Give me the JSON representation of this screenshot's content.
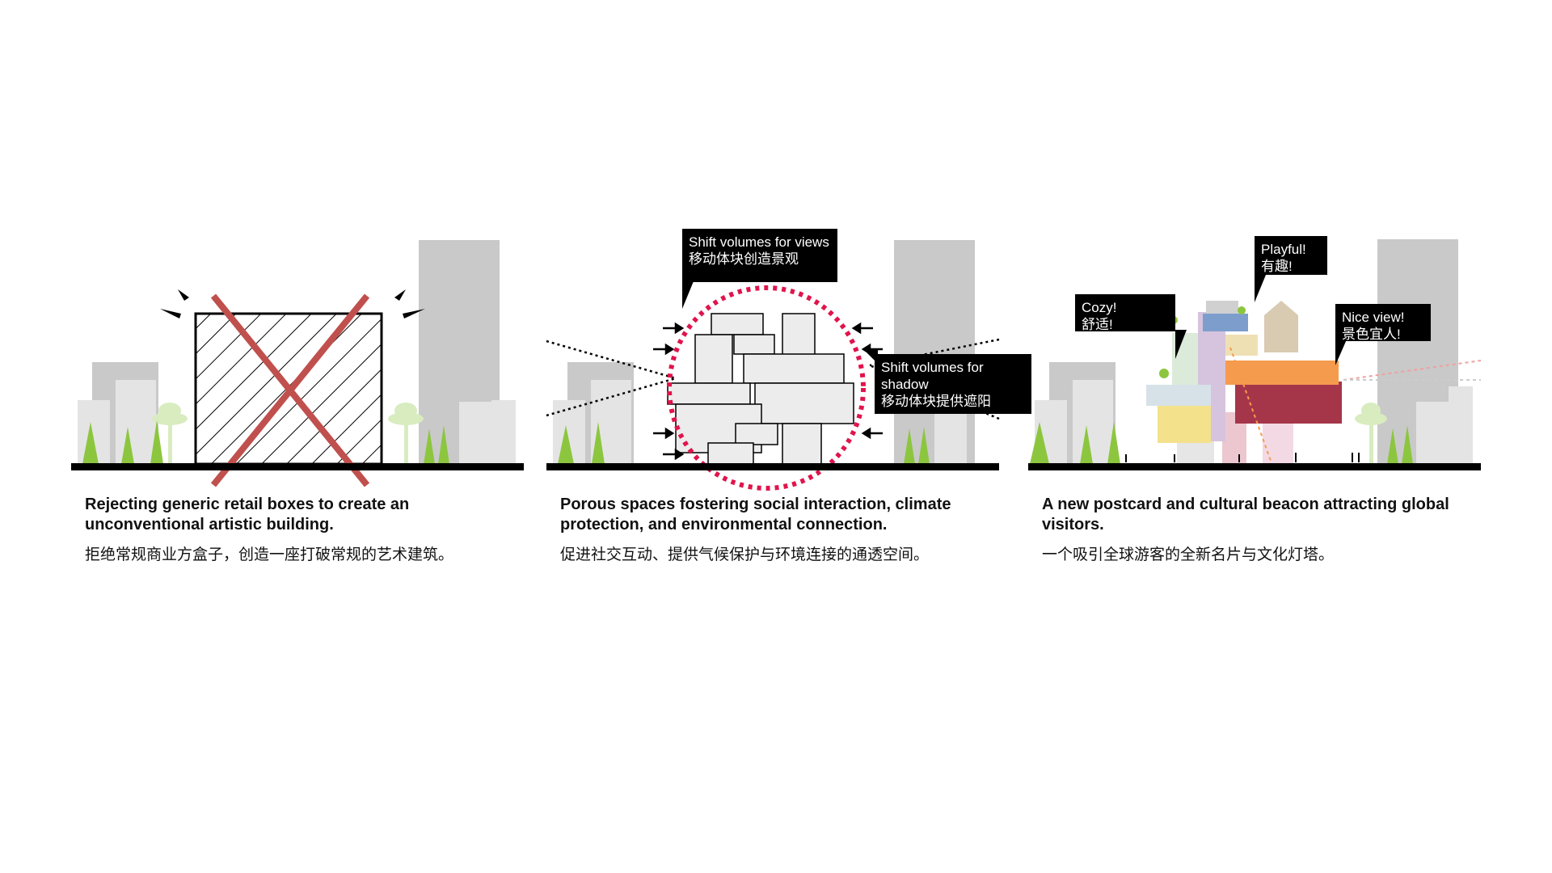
{
  "panels": [
    {
      "caption_en": "Rejecting generic retail boxes to create an unconventional artistic building.",
      "caption_zh": "拒绝常规商业方盒子，创造一座打破常规的艺术建筑。"
    },
    {
      "caption_en": "Porous spaces fostering social interaction, climate protection, and environmental connection.",
      "caption_zh": "促进社交互动、提供气候保护与环境连接的通透空间。",
      "bubble_views_en": "Shift volumes for views",
      "bubble_views_zh": "移动体块创造景观",
      "bubble_shadow_en": "Shift volumes for shadow",
      "bubble_shadow_zh": "移动体块提供遮阳"
    },
    {
      "caption_en": "A new postcard and cultural beacon attracting global visitors.",
      "caption_zh": "一个吸引全球游客的全新名片与文化灯塔。",
      "bubble_cozy_en": "Cozy!",
      "bubble_cozy_zh": "舒适!",
      "bubble_playful_en": "Playful!",
      "bubble_playful_zh": "有趣!",
      "bubble_view_en": "Nice view!",
      "bubble_view_zh": "景色宜人!"
    }
  ],
  "colors": {
    "ground": "#000000",
    "background_buildings": "#c9c9c9",
    "light_buildings": "#e4e4e4",
    "trees": "#8cc63f",
    "cross": "#c0504d",
    "dotted_circle": "#e0144c"
  }
}
